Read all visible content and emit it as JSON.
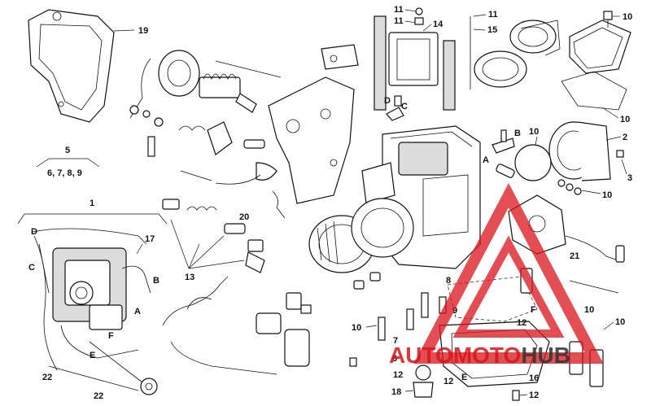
{
  "labels": {
    "l19": "19",
    "l5": "5",
    "l6789": "6, 7, 8, 9",
    "l1": "1",
    "lD": "D",
    "lC": "C",
    "l17": "17",
    "lB": "B",
    "lA": "A",
    "lF": "F",
    "lE": "E",
    "l22a": "22",
    "l22b": "22",
    "l20": "20",
    "l13": "13",
    "l11a": "11",
    "l11b": "11",
    "l11c": "11",
    "l14": "14",
    "l15": "15",
    "l10a": "10",
    "l10b": "10",
    "l10c": "10",
    "l10d": "10",
    "l10e": "10",
    "l10f": "10",
    "l10g": "10",
    "lDtop": "D",
    "lCtop": "C",
    "lBmid": "B",
    "lAmid": "A",
    "l2": "2",
    "l3": "3",
    "l21": "21",
    "l8": "8",
    "l9": "9",
    "lFright": "F",
    "l12a": "12",
    "l12b": "12",
    "l12c": "12",
    "l12d": "12",
    "l7": "7",
    "l6": "6",
    "l18": "18",
    "l16": "16",
    "lEbottom": "E"
  },
  "watermark": {
    "part1": "AUTO",
    "part2": "MOTO",
    "part3": "HUB",
    "color_red": "#d9141b",
    "color_dark": "#333333"
  }
}
